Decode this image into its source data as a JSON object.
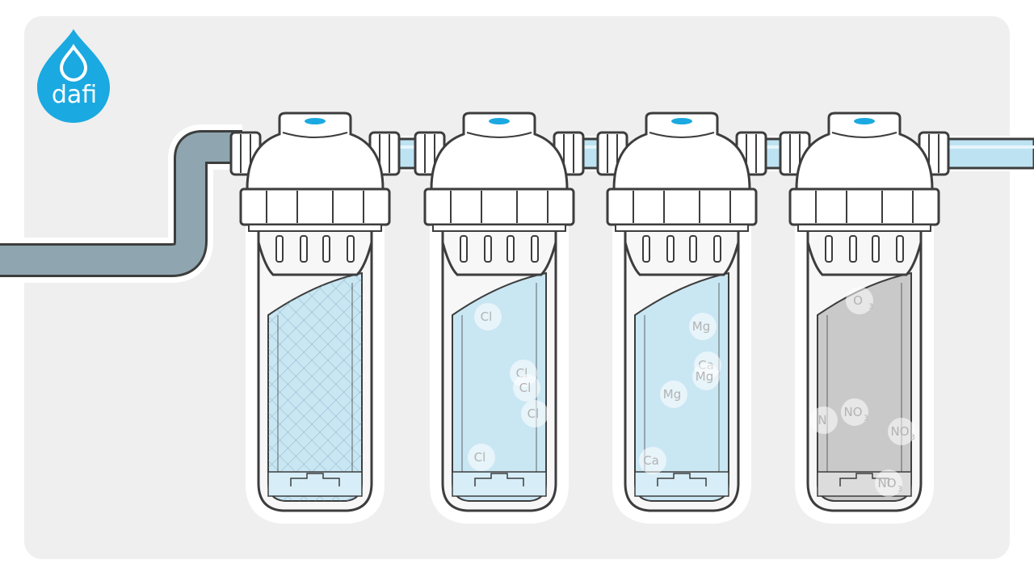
{
  "brand": {
    "name": "dafi",
    "color": "#1aa9e1"
  },
  "colors": {
    "background_panel": "#efefef",
    "outline": "#3d3d3d",
    "pipe_gray": "#8fa6b0",
    "pipe_light_blue": "#bde3f2",
    "water_blue": "#c9e6f3",
    "water_gray": "#c9c9c9",
    "cap_accent": "#1aa9e1"
  },
  "filters": [
    {
      "stage": "mesh",
      "particles": []
    },
    {
      "stage": "chlorine",
      "particles": [
        {
          "label": "Cl",
          "sub": ""
        },
        {
          "label": "Cl",
          "sub": ""
        },
        {
          "label": "Cl",
          "sub": ""
        },
        {
          "label": "Cl",
          "sub": ""
        },
        {
          "label": "Cl",
          "sub": ""
        }
      ]
    },
    {
      "stage": "hardness",
      "particles": [
        {
          "label": "Mg",
          "sub": ""
        },
        {
          "label": "Ca",
          "sub": ""
        },
        {
          "label": "Mg",
          "sub": ""
        },
        {
          "label": "Mg",
          "sub": ""
        },
        {
          "label": "Ca",
          "sub": ""
        }
      ]
    },
    {
      "stage": "nitrate",
      "particles": [
        {
          "label": "O",
          "sub": "3"
        },
        {
          "label": "NO",
          "sub": "3"
        },
        {
          "label": "NO",
          "sub": "3"
        },
        {
          "label": "NO",
          "sub": "3"
        },
        {
          "label": "N",
          "sub": ""
        }
      ]
    }
  ]
}
